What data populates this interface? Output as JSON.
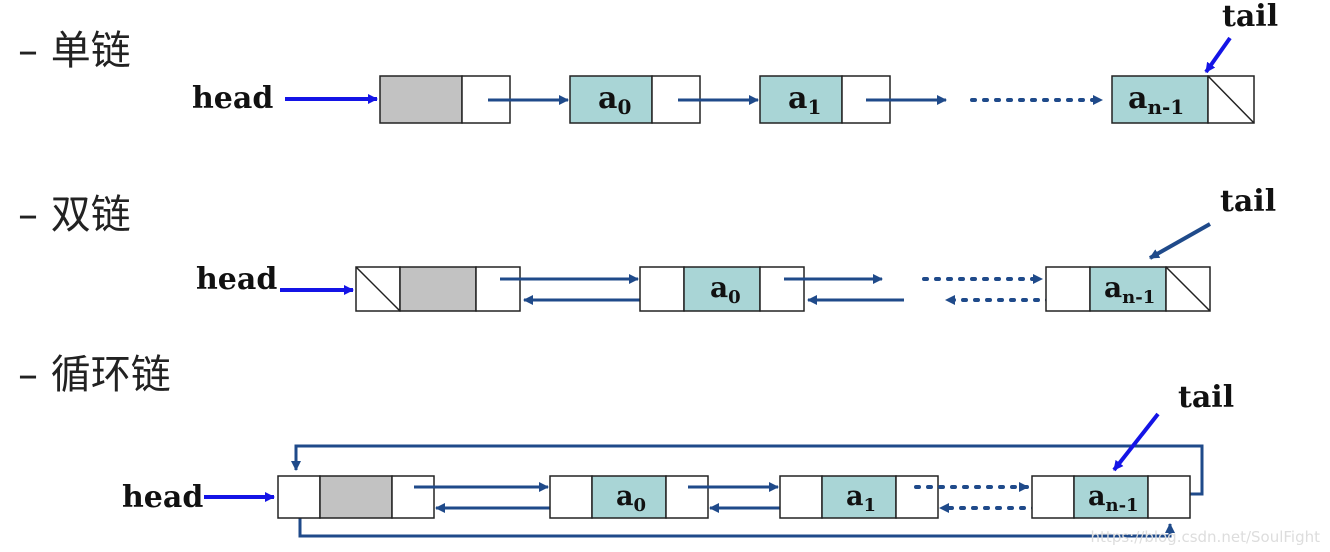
{
  "sections": [
    {
      "title": "– 单链"
    },
    {
      "title": "– 双链"
    },
    {
      "title": "– 循环链"
    }
  ],
  "labels": {
    "head": "head",
    "tail": "tail",
    "a": "a",
    "sub_0": "0",
    "sub_1": "1",
    "sub_n1": "n-1"
  },
  "watermark": "https://blog.csdn.net/SoulFight",
  "colors": {
    "head_arrow": "#1414e6",
    "link_arrow": "#1f4a8a",
    "data_fill": "#a9d5d6",
    "sentinel_fill": "#c2c2c2",
    "loop_line": "#1f4a8a"
  }
}
